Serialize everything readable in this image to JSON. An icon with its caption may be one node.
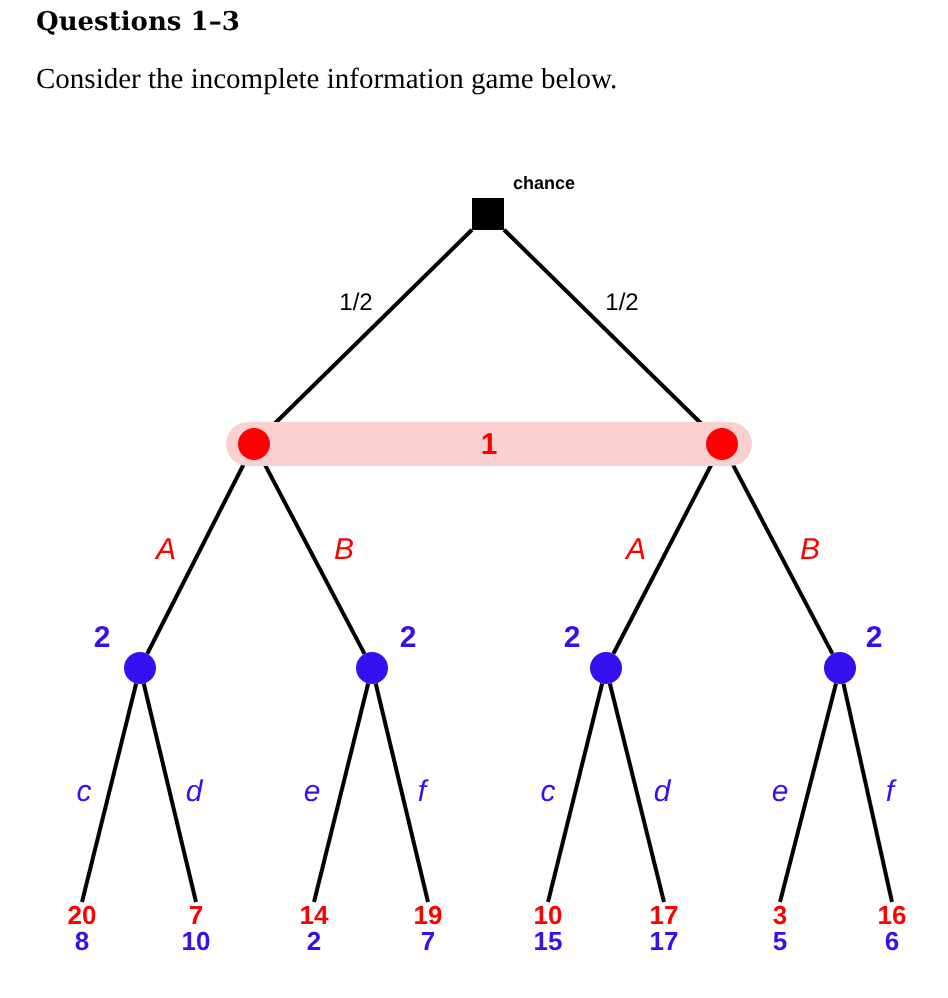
{
  "diagram": {
    "title": "Questions 1–3",
    "caption": "Consider the incomplete information game below.",
    "nodes": [
      {
        "text": [],
        "shape": "box",
        "beside": [
          "chance"
        ]
      },
      {
        "text": [
          "1"
        ]
      },
      {
        "text": [],
        "shape": "circle",
        "in": 1
      },
      {
        "text": [],
        "shape": "circle",
        "in": 1
      },
      {
        "text": [],
        "shape": "circle",
        "beside": [
          "2"
        ]
      },
      {
        "text": [],
        "shape": "circle",
        "beside": [
          "2"
        ]
      },
      {
        "text": [],
        "shape": "circle",
        "beside": [
          "2"
        ]
      },
      {
        "text": [],
        "shape": "circle",
        "beside": [
          "2"
        ]
      },
      {
        "text": [
          "20",
          "8"
        ]
      },
      {
        "text": [
          "7",
          "10"
        ]
      },
      {
        "text": [
          "14",
          "2"
        ]
      },
      {
        "text": [
          "19",
          "7"
        ]
      },
      {
        "text": [
          "10",
          "15"
        ]
      },
      {
        "text": [
          "17",
          "17"
        ]
      },
      {
        "text": [
          "3",
          "5"
        ]
      },
      {
        "text": [
          "16",
          "6"
        ]
      }
    ],
    "edges": [
      {
        "from": 0,
        "to": 2,
        "arrow": "none",
        "label": "1/2"
      },
      {
        "from": 0,
        "to": 3,
        "arrow": "none",
        "label": "1/2"
      },
      {
        "from": 2,
        "to": 4,
        "arrow": "none",
        "label": "A"
      },
      {
        "from": 2,
        "to": 5,
        "arrow": "none",
        "label": "B"
      },
      {
        "from": 3,
        "to": 6,
        "arrow": "none",
        "label": "A"
      },
      {
        "from": 3,
        "to": 7,
        "arrow": "none",
        "label": "B"
      },
      {
        "from": 4,
        "to": 8,
        "arrow": "none",
        "label": "c"
      },
      {
        "from": 4,
        "to": 9,
        "arrow": "none",
        "label": "d"
      },
      {
        "from": 5,
        "to": 10,
        "arrow": "none",
        "label": "e"
      },
      {
        "from": 5,
        "to": 11,
        "arrow": "none",
        "label": "f"
      },
      {
        "from": 6,
        "to": 12,
        "arrow": "none",
        "label": "c"
      },
      {
        "from": 6,
        "to": 13,
        "arrow": "none",
        "label": "d"
      },
      {
        "from": 7,
        "to": 14,
        "arrow": "none",
        "label": "e"
      },
      {
        "from": 7,
        "to": 15,
        "arrow": "none",
        "label": "f"
      }
    ]
  }
}
